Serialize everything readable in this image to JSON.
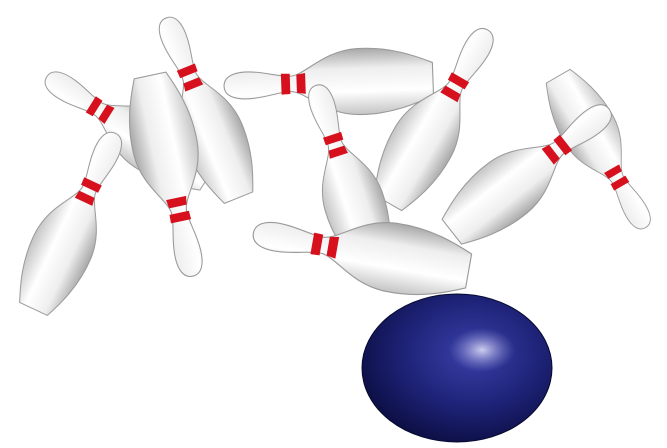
{
  "colors": {
    "background": "#ffffff",
    "pin_body": "#f2f2f2",
    "pin_shadow": "#b9b9b9",
    "pin_stripe": "#d6101c",
    "ball": "#1e2378",
    "ball_dark": "#0c0f45",
    "ball_highlight": "#a9a9dc"
  },
  "pins": [
    {
      "name": "pin-top-left-tilted"
    },
    {
      "name": "pin-left-lower"
    },
    {
      "name": "pin-left-upright"
    },
    {
      "name": "pin-left-upside-down"
    },
    {
      "name": "pin-horizontal-top"
    },
    {
      "name": "pin-right-center"
    },
    {
      "name": "pin-center-tilted"
    },
    {
      "name": "pin-far-right-upside-down"
    },
    {
      "name": "pin-far-right-front"
    },
    {
      "name": "pin-bottom-horizontal"
    }
  ],
  "ball": {
    "name": "bowling-ball"
  }
}
